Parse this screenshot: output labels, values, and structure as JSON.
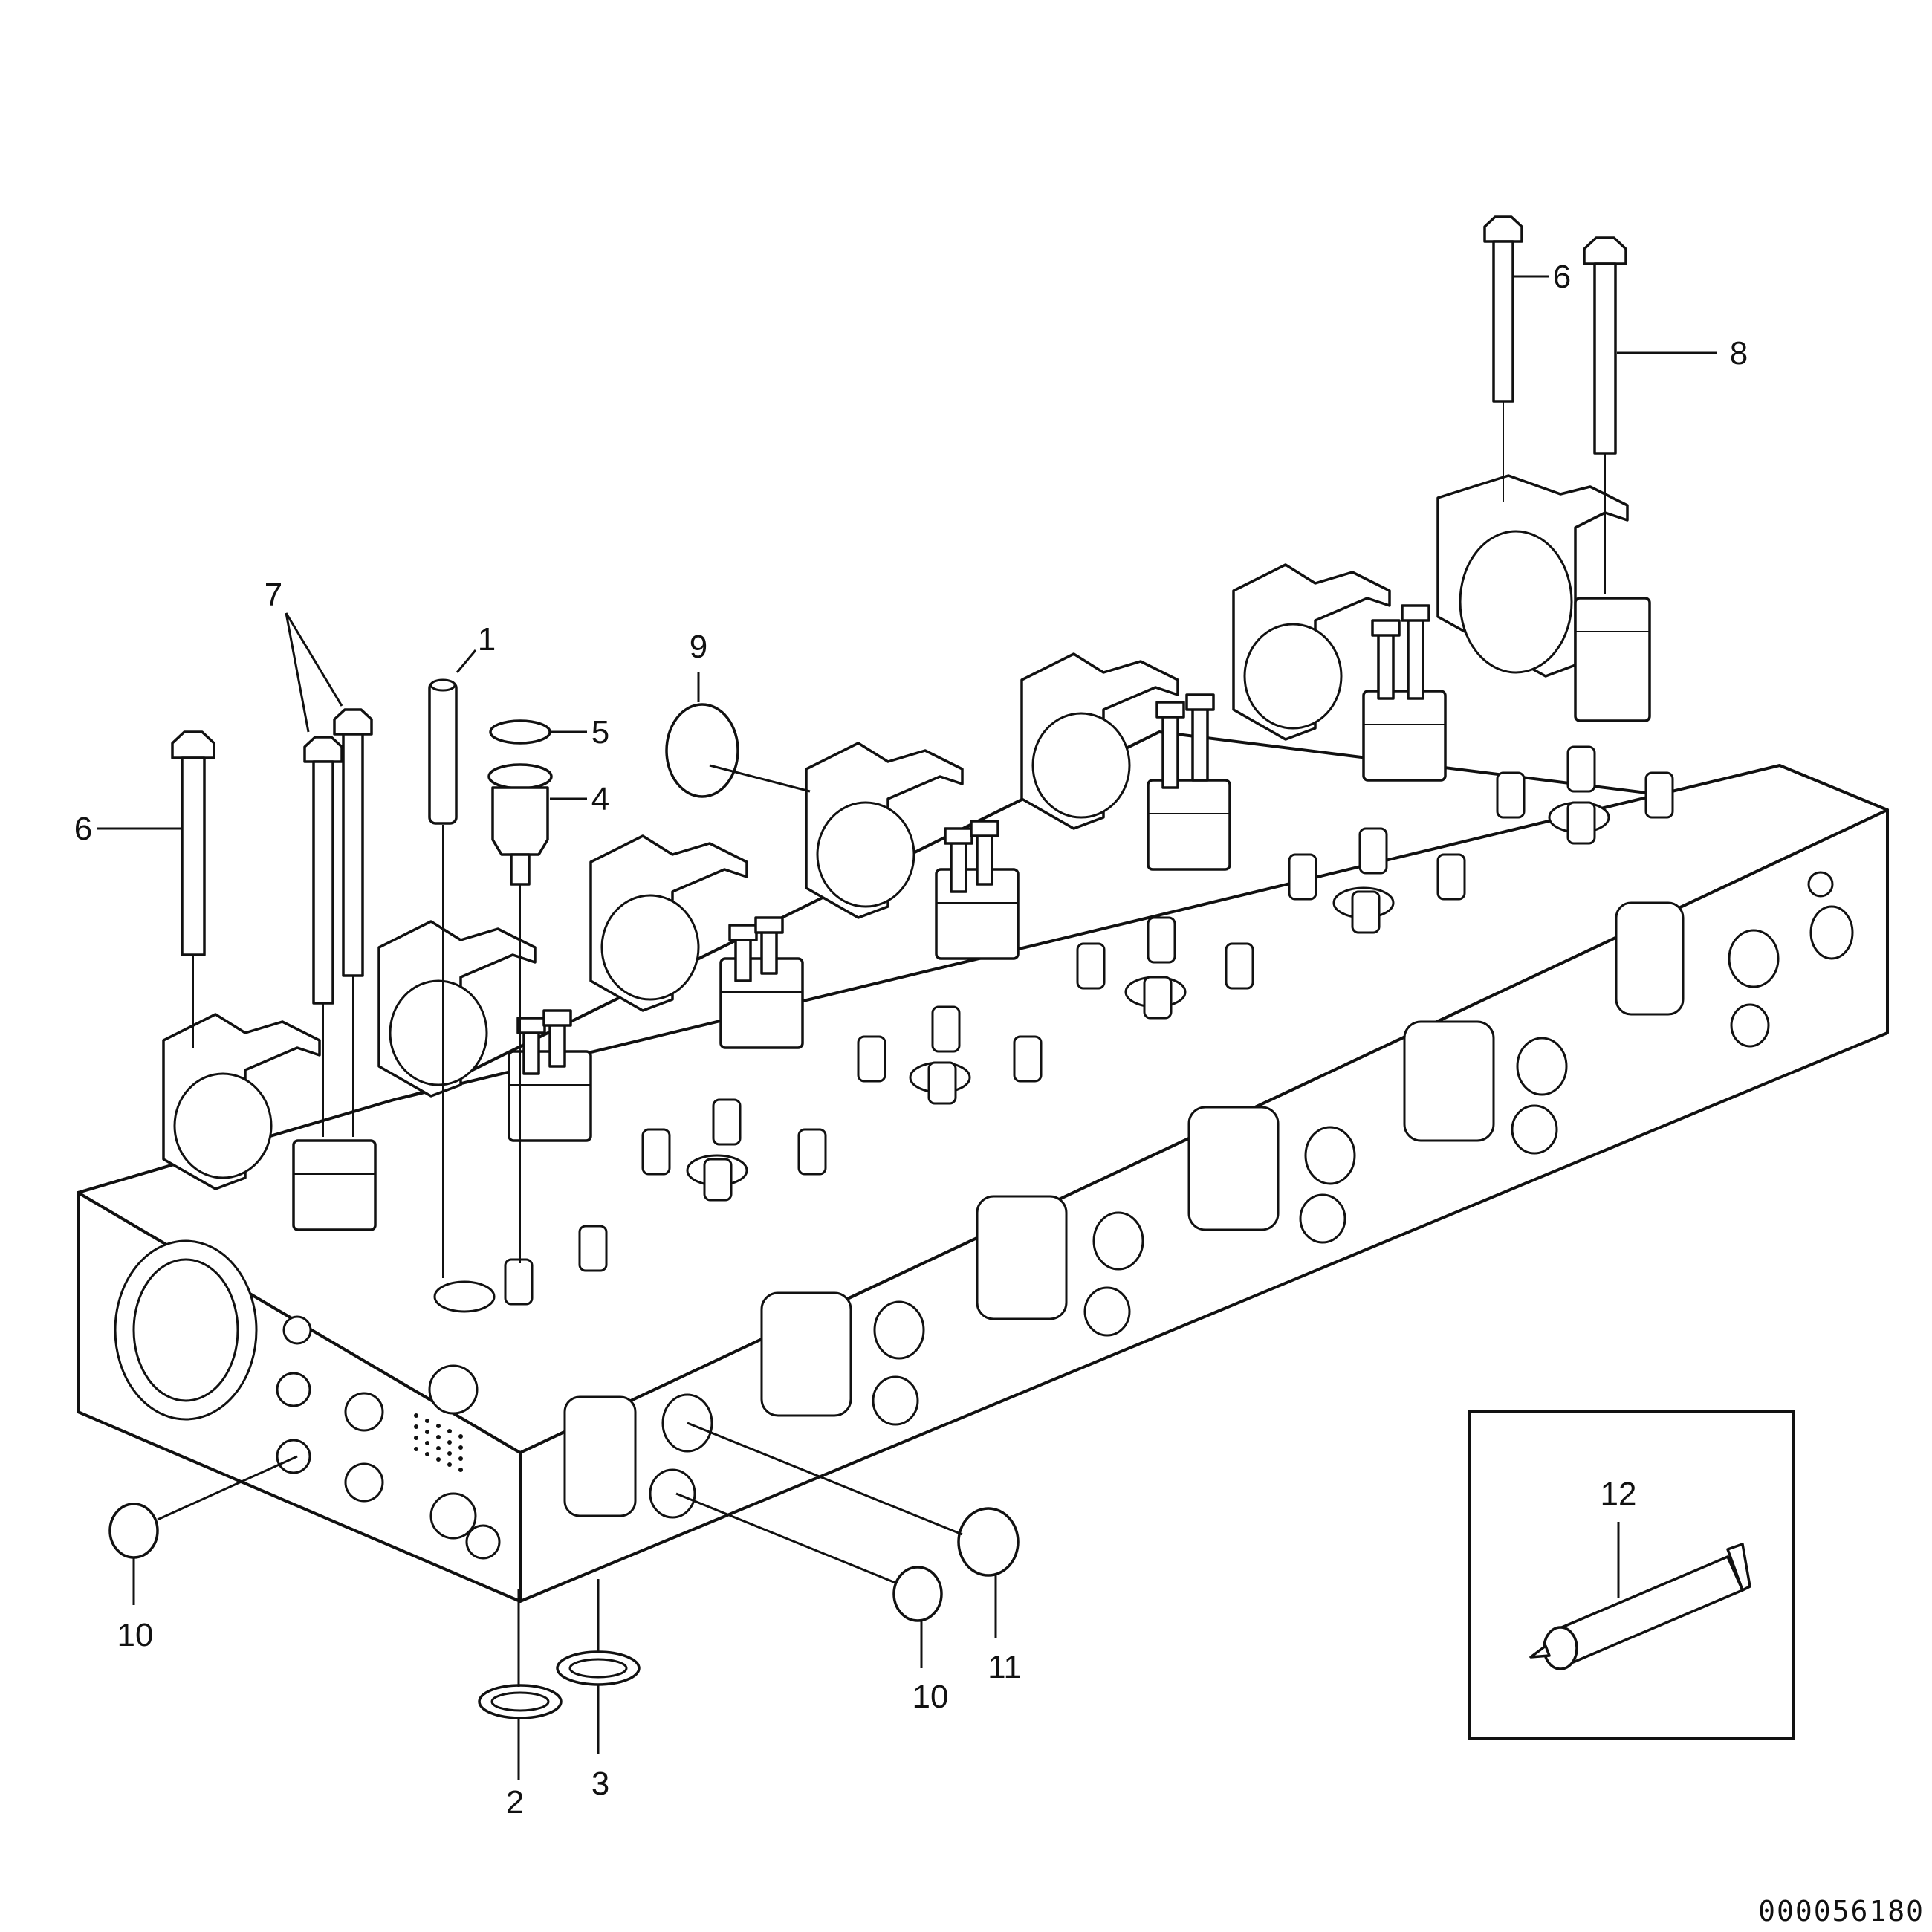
{
  "diagram": {
    "callouts": {
      "c1": "1",
      "c2": "2",
      "c3": "3",
      "c4": "4",
      "c5": "5",
      "c6a": "6",
      "c6b": "6",
      "c7": "7",
      "c8": "8",
      "c9": "9",
      "c10a": "10",
      "c10b": "10",
      "c11": "11",
      "c12": "12"
    },
    "document_number": "000056180"
  }
}
